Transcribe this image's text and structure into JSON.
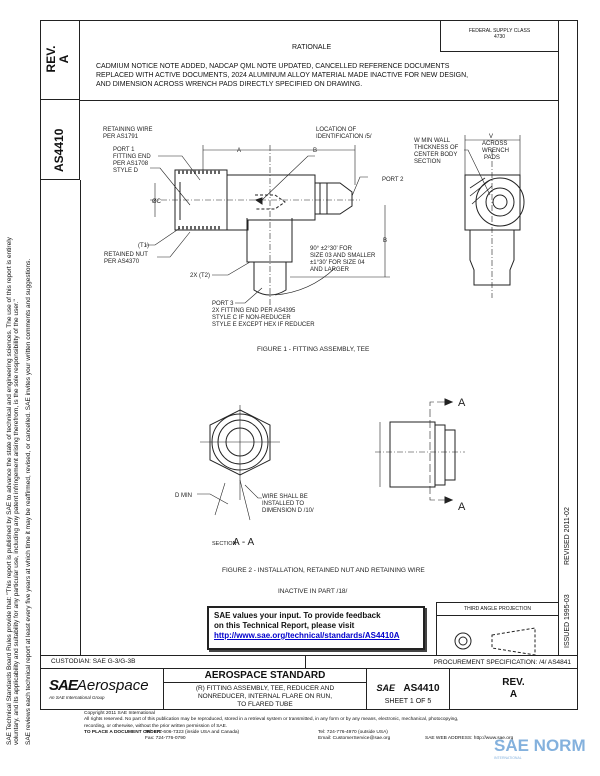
{
  "side_notice": {
    "line1": "SAE Technical Standards Board Rules provide that: \"This report is published by SAE to advance the state of technical and engineering sciences. The use of this report is entirely",
    "line2": "voluntary, and its applicability and suitability for any particular use, including any patent infringement arising therefrom, is the sole responsibility of the user.\"",
    "line3": "SAE reviews each technical report at least every five years at which time it may be reaffirmed, revised, or cancelled. SAE invites your written comments and suggestions."
  },
  "left_column": {
    "rev_label": "REV.",
    "rev_value": "A",
    "doc_number": "AS4410"
  },
  "rationale": {
    "title": "RATIONALE",
    "text_lines": [
      "CADMIUM NOTICE NOTE ADDED, NADCAP QML NOTE UPDATED, CANCELLED REFERENCE DOCUMENTS",
      "REPLACED WITH ACTIVE DOCUMENTS, 2024 ALUMINUM ALLOY MATERIAL MADE INACTIVE FOR NEW DESIGN,",
      "AND DIMENSION ACROSS WRENCH PADS DIRECTLY SPECIFIED ON DRAWING."
    ],
    "fsc_label": "FEDERAL SUPPLY CLASS",
    "fsc_value": "4730"
  },
  "right_column": {
    "issued": "ISSUED 1995-03",
    "revised": "REVISED 2011-02"
  },
  "figure1": {
    "caption": "FIGURE 1 - FITTING ASSEMBLY, TEE",
    "labels": {
      "retaining_wire": [
        "RETAINING WIRE",
        "PER AS1791"
      ],
      "port1": [
        "PORT 1",
        "FITTING END",
        "PER AS1708",
        "STYLE D"
      ],
      "location_id": [
        "LOCATION OF",
        "IDENTIFICATION /5/"
      ],
      "dim_a": "A",
      "dim_b": "B",
      "dim_b_vert": "B",
      "port2": "PORT 2",
      "dia_c": "ØC",
      "t1": "(T1)",
      "retained_nut": [
        "RETAINED NUT",
        "PER AS4370"
      ],
      "t2": "2X (T2)",
      "angle_note": [
        "90° ±2°30' FOR",
        "SIZE 03 AND SMALLER",
        "±1°30' FOR SIZE 04",
        "AND LARGER"
      ],
      "port3": [
        "PORT 3",
        "2X FITTING END PER AS4395",
        "STYLE C IF NON-REDUCER",
        "STYLE E EXCEPT HEX IF REDUCER"
      ],
      "wall": [
        "W MIN WALL",
        "THICKNESS OF",
        "CENTER BODY",
        "SECTION"
      ],
      "dim_v": "V",
      "across": [
        "ACROSS",
        "WRENCH",
        "PADS"
      ]
    }
  },
  "figure2": {
    "caption": "FIGURE 2 - INSTALLATION, RETAINED NUT AND RETAINING WIRE",
    "section": "SECTION",
    "section_id": "A - A",
    "d_min": "D MIN",
    "wire_note": [
      "WIRE SHALL BE",
      "INSTALLED TO",
      "DIMENSION D /10/"
    ],
    "cut_a_top": "A",
    "cut_a_bottom": "A"
  },
  "inactive_note": "INACTIVE IN PART /18/",
  "feedback": {
    "line1": "SAE values your input. To provide feedback",
    "line2": "on this Technical Report, please visit",
    "link": "http://www.sae.org/technical/standards/AS4410A"
  },
  "projection": {
    "label": "THIRD ANGLE PROJECTION"
  },
  "custodian": "CUSTODIAN: SAE G-3/G-3B",
  "procurement": "PROCUREMENT SPECIFICATION: /4/ AS4841",
  "title_block": {
    "logo_sae": "SAE",
    "logo_aerospace": "Aerospace",
    "logo_tagline": "An SAE International Group",
    "standard": "AEROSPACE STANDARD",
    "title_lines": [
      "(R) FITTING ASSEMBLY, TEE, REDUCER AND",
      "NONREDUCER, INTERNAL FLARE ON RUN,",
      "TO FLARED TUBE"
    ],
    "doc_logo": "SAE",
    "doc_number": "AS4410",
    "sheet": "SHEET 1 OF 5",
    "rev_label": "REV.",
    "rev_value": "A"
  },
  "footer": {
    "copyright": "Copyright 2011 SAE International",
    "rights": "All rights reserved. No part of this publication may be reproduced, stored in a retrieval system or transmitted, in any form or by any means, electronic, mechanical, photocopying,",
    "rights2": "recording, or otherwise, without the prior written permission of SAE.",
    "order": "TO PLACE A DOCUMENT ORDER:",
    "tel1": "Tel: 877-606-7323 (inside USA and Canada)",
    "fax": "Fax: 724-776-0790",
    "tel2": "Tel: 724-776-4970 (outside USA)",
    "email": "Email: CustomerService@sae.org",
    "web": "SAE WEB ADDRESS: http://www.sae.org"
  },
  "watermark": {
    "text": "SAE NORM",
    "sub": "INTERNATIONAL"
  }
}
